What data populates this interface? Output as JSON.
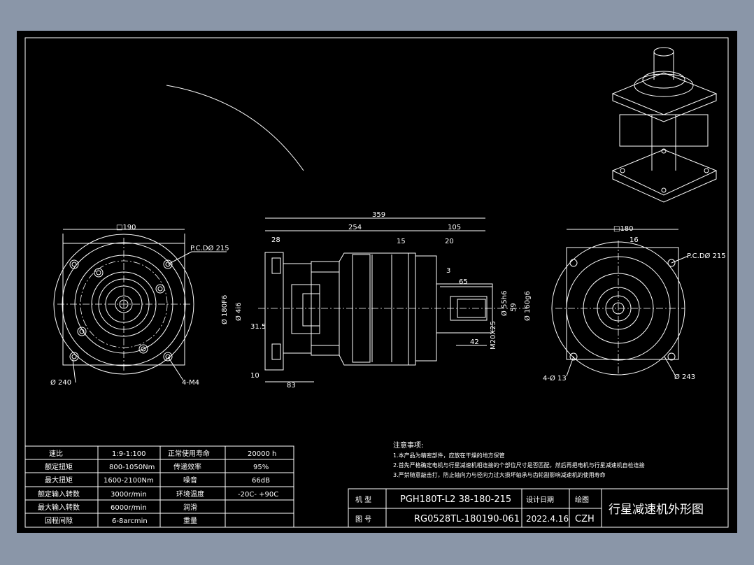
{
  "colors": {
    "background": "#8a96a8",
    "paper": "#000000",
    "lines": "#ffffff"
  },
  "front_view": {
    "square": "□190",
    "pcd": "P.C.DØ 215",
    "diameter": "Ø 240",
    "holes": "4-M4"
  },
  "side_view": {
    "overall": "359",
    "body": "254",
    "output": "105",
    "flange_thk": "28",
    "d15": "15",
    "d20": "20",
    "d3": "3",
    "d65": "65",
    "d42": "42",
    "d315": "31.5",
    "d10": "10",
    "d83": "83",
    "shaft_dia": "Ø 180F6",
    "bore": "Ø 4i6",
    "d55": "Ø 55h6",
    "d59": "59",
    "d160": "Ø 160g6",
    "m20": "M20X25"
  },
  "rear_view": {
    "square": "□180",
    "d16": "16",
    "pcd": "P.C.DØ 215",
    "holes": "4-Ø 13",
    "diameter": "Ø 243"
  },
  "spec_table": {
    "rows": [
      {
        "k1": "速比",
        "v1": "1:9-1:100",
        "k2": "正常使用寿命",
        "v2": "20000  h"
      },
      {
        "k1": "额定扭矩",
        "v1": "800-1050Nm",
        "k2": "传递效率",
        "v2": "95%"
      },
      {
        "k1": "最大扭矩",
        "v1": "1600-2100Nm",
        "k2": "噪音",
        "v2": "66dB"
      },
      {
        "k1": "额定输入转数",
        "v1": "3000r/min",
        "k2": "环境温度",
        "v2": "-20C- +90C"
      },
      {
        "k1": "最大输入转数",
        "v1": "6000r/min",
        "k2": "润滑",
        "v2": ""
      },
      {
        "k1": "回程间隙",
        "v1": "6-8arcmin",
        "k2": "重量",
        "v2": ""
      }
    ]
  },
  "notes": {
    "title": "注意事项:",
    "lines": [
      "1.本产品为精密部件，应放在干燥的地方保管",
      "2.首先严格确定电机与行星减速机相连接的个部位尺寸是否匹配，然后再把电机与行星减速机自检连接",
      "3.严禁随意敲击打，防止轴向力与径向力过大损坏轴承与齿轮副影响减速机的使用寿命"
    ]
  },
  "title_block": {
    "model_label": "机  型",
    "model_value": "PGH180T-L2 38-180-215",
    "drawing_label": "图  号",
    "drawing_value": "RG0528TL-180190-061",
    "check_label": "设计日期",
    "date": "2022.4.16",
    "drawer_label": "绘图",
    "drawer": "CZH",
    "title": "行星减速机外形图"
  }
}
